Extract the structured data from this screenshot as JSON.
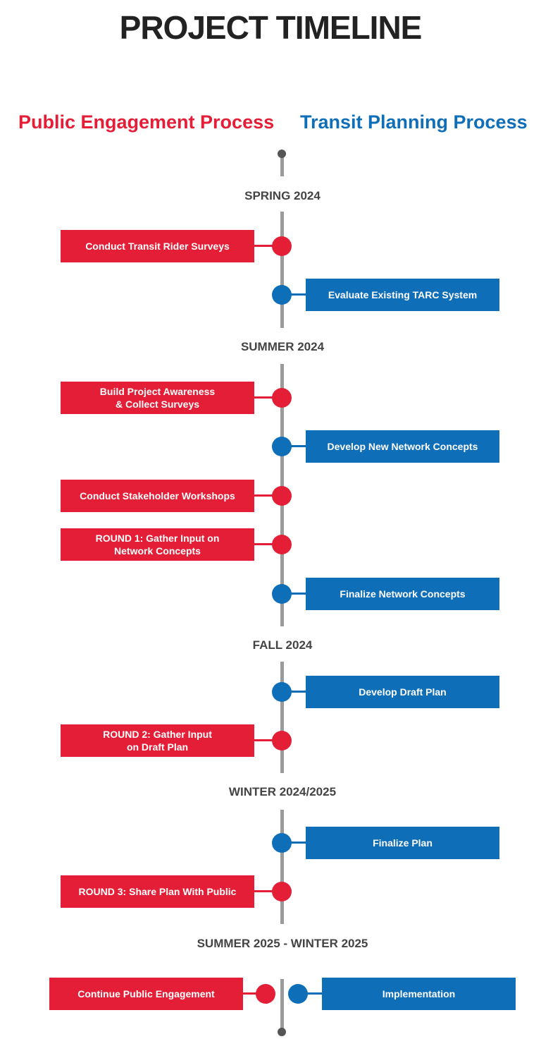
{
  "title": "PROJECT TIMELINE",
  "headers": {
    "left": "Public Engagement Process",
    "right": "Transit Planning Process"
  },
  "colors": {
    "public": "#e41e36",
    "transit": "#0f6eb8",
    "axis": "#9b9b9b",
    "cap": "#555555"
  },
  "phases": [
    "SPRING 2024",
    "SUMMER 2024",
    "FALL 2024",
    "WINTER 2024/2025",
    "SUMMER 2025 - WINTER 2025"
  ],
  "steps": [
    {
      "process": "public",
      "text": "Conduct Transit Rider Surveys"
    },
    {
      "process": "transit",
      "text": "Evaluate Existing TARC System"
    },
    {
      "process": "public",
      "text": "Build Project Awareness\n& Collect Surveys"
    },
    {
      "process": "transit",
      "text": "Develop New Network Concepts"
    },
    {
      "process": "public",
      "text": "Conduct Stakeholder Workshops"
    },
    {
      "process": "public",
      "text": "ROUND 1: Gather Input on\nNetwork Concepts"
    },
    {
      "process": "transit",
      "text": "Finalize Network Concepts"
    },
    {
      "process": "transit",
      "text": "Develop Draft Plan"
    },
    {
      "process": "public",
      "text": "ROUND 2: Gather Input\non Draft Plan"
    },
    {
      "process": "transit",
      "text": "Finalize Plan"
    },
    {
      "process": "public",
      "text": "ROUND 3: Share Plan With Public"
    },
    {
      "process": "public",
      "text": "Continue Public Engagement"
    },
    {
      "process": "transit",
      "text": "Implementation"
    }
  ]
}
